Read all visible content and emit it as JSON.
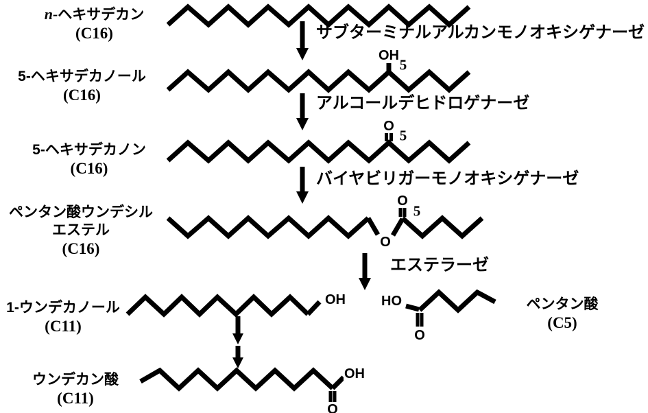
{
  "colors": {
    "ink": "#000000",
    "background": "#ffffff"
  },
  "compounds": [
    {
      "prefix": "n-",
      "name": "ヘキサデカン",
      "formula": "(C16)"
    },
    {
      "name": "5-ヘキサデカノール",
      "formula": "(C16)"
    },
    {
      "name": "5-ヘキサデカノン",
      "formula": "(C16)"
    },
    {
      "name_line1": "ペンタン酸ウンデシル",
      "name_line2": "エステル",
      "formula": "(C16)"
    },
    {
      "name": "1-ウンデカノール",
      "formula": "(C11)"
    },
    {
      "name": "ペンタン酸",
      "formula": "(C5)"
    },
    {
      "name": "ウンデカン酸",
      "formula": "(C11)"
    }
  ],
  "enzymes": [
    "サブターミナルアルカンモノオキシゲナーゼ",
    "アルコールデヒドロゲナーゼ",
    "バイヤビリガーモノオキシゲナーゼ",
    "エステラーゼ"
  ],
  "atoms": {
    "oh": "OH",
    "ho": "HO",
    "o": "O",
    "pos5": "5"
  }
}
